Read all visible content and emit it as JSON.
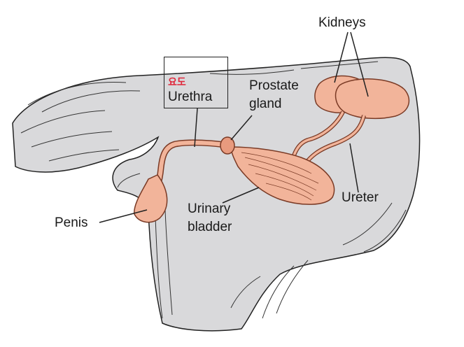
{
  "labels": {
    "kidneys": "Kidneys",
    "urethra_korean": "요도",
    "urethra": "Urethra",
    "prostate_line1": "Prostate",
    "prostate_line2": "gland",
    "ureter": "Ureter",
    "penis": "Penis",
    "bladder_line1": "Urinary",
    "bladder_line2": "bladder"
  },
  "colors": {
    "body_fill": "#d9d9db",
    "organ_fill": "#f2b49a",
    "organ_stroke": "#7a3a25",
    "korean_label": "#e0263a",
    "outline": "#222222"
  }
}
